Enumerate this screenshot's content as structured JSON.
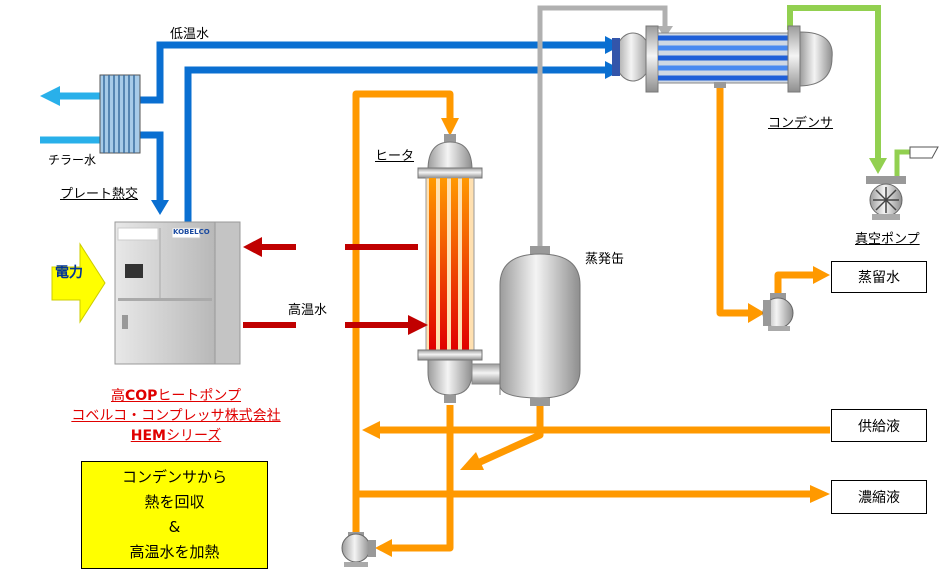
{
  "labels": {
    "low_temp_water": "低温水",
    "chiller_water": "チラー水",
    "plate_heat_exchanger": "プレート熱交",
    "heater": "ヒータ",
    "condenser": "コンデンサ",
    "vacuum_pump": "真空ポンプ",
    "evaporator": "蒸発缶",
    "high_temp_water": "高温水",
    "power": "電力"
  },
  "output_boxes": {
    "distilled_water": "蒸留水",
    "supply_liquid": "供給液",
    "concentrate": "濃縮液"
  },
  "product": {
    "line1_prefix": "高",
    "line1_bold": "COP",
    "line1_suffix": "ヒートポンプ",
    "line2": "コベルコ・コンプレッサ株式会社",
    "line3_bold": "HEM",
    "line3_suffix": "シリーズ"
  },
  "summary": {
    "line1": "コンデンサから",
    "line2": "熱を回収",
    "line3": "&",
    "line4": "高温水を加熱"
  },
  "unit_brand": {
    "logo": "KOBELCO"
  },
  "colors": {
    "low_temp_water": "#0a6fd1",
    "chiller_water": "#29b0ea",
    "high_temp_water": "#c00000",
    "process_liquid": "#ff9900",
    "vacuum_line": "#92d050",
    "vapor_line": "#b0b0b0",
    "highlight": "#ffff00"
  }
}
